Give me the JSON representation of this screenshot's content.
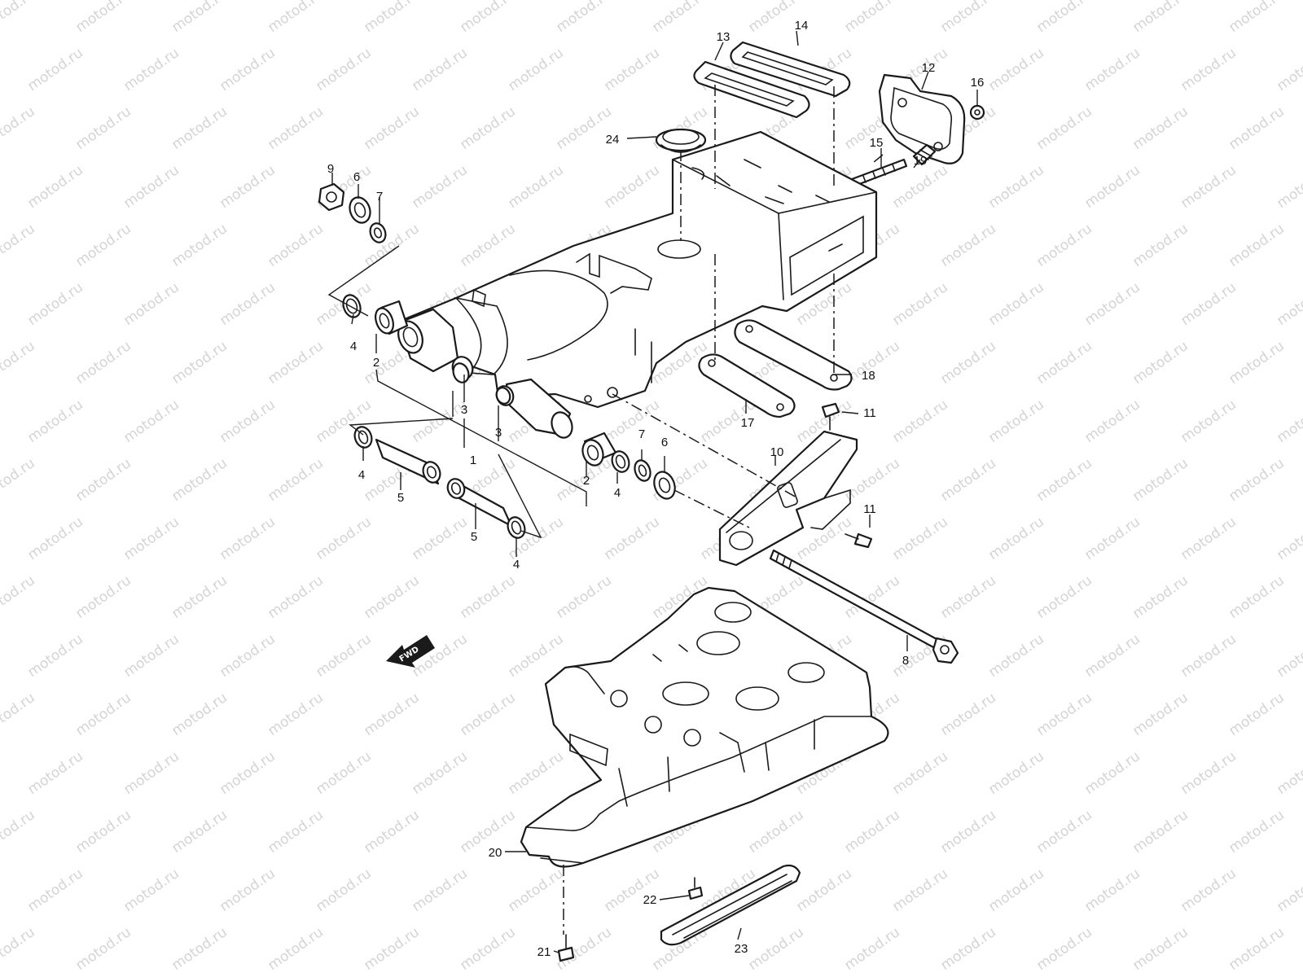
{
  "watermark": {
    "text": "motod.ru",
    "color": "#d4d4d4"
  },
  "direction_arrow": {
    "label": "FWD",
    "icon": "fwd-arrow-icon"
  },
  "callouts": {
    "c1": "1",
    "c2a": "2",
    "c2b": "2",
    "c3a": "3",
    "c3b": "3",
    "c4a": "4",
    "c4b": "4",
    "c4c": "4",
    "c4d": "4",
    "c5a": "5",
    "c5b": "5",
    "c6a": "6",
    "c6b": "6",
    "c7a": "7",
    "c7b": "7",
    "c8": "8",
    "c9": "9",
    "c10": "10",
    "c11a": "11",
    "c11b": "11",
    "c12": "12",
    "c13": "13",
    "c14": "14",
    "c15": "15",
    "c16": "16",
    "c17": "17",
    "c18": "18",
    "c19": "19",
    "c20": "20",
    "c21": "21",
    "c22": "22",
    "c23": "23",
    "c24": "24"
  }
}
